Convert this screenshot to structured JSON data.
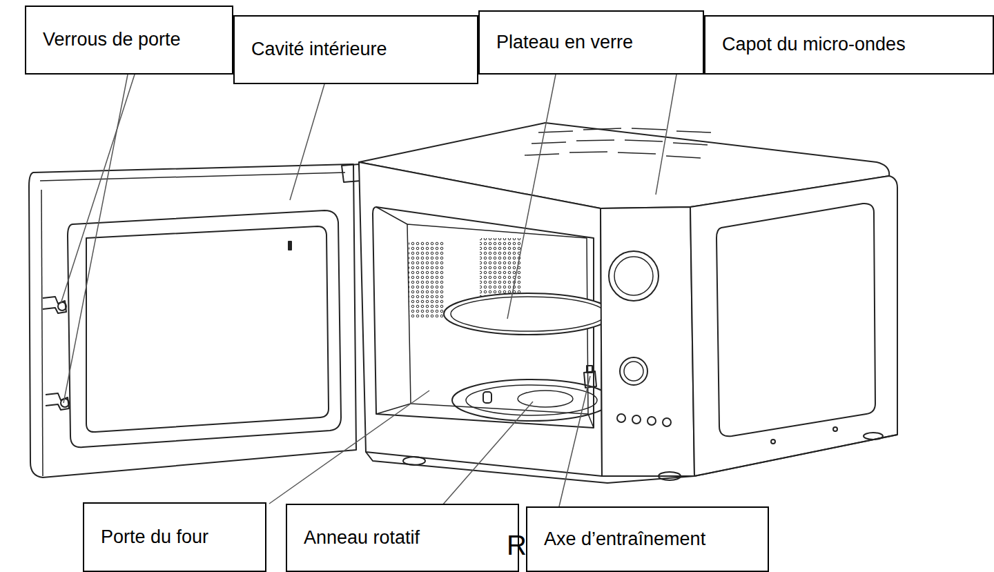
{
  "diagram": {
    "nodes": [
      {
        "text": [
          "Verrous de porte"
        ]
      },
      {
        "text": [
          "Cavité intérieure"
        ]
      },
      {
        "text": [
          "Plateau en verre"
        ]
      },
      {
        "text": [
          "Capot du micro-ondes"
        ]
      },
      {
        "text": [
          "Porte du four"
        ]
      },
      {
        "text": [
          "Anneau rotatif"
        ]
      },
      {
        "text": [
          "Axe d’entraînement"
        ]
      }
    ],
    "labels": [
      "R"
    ]
  }
}
